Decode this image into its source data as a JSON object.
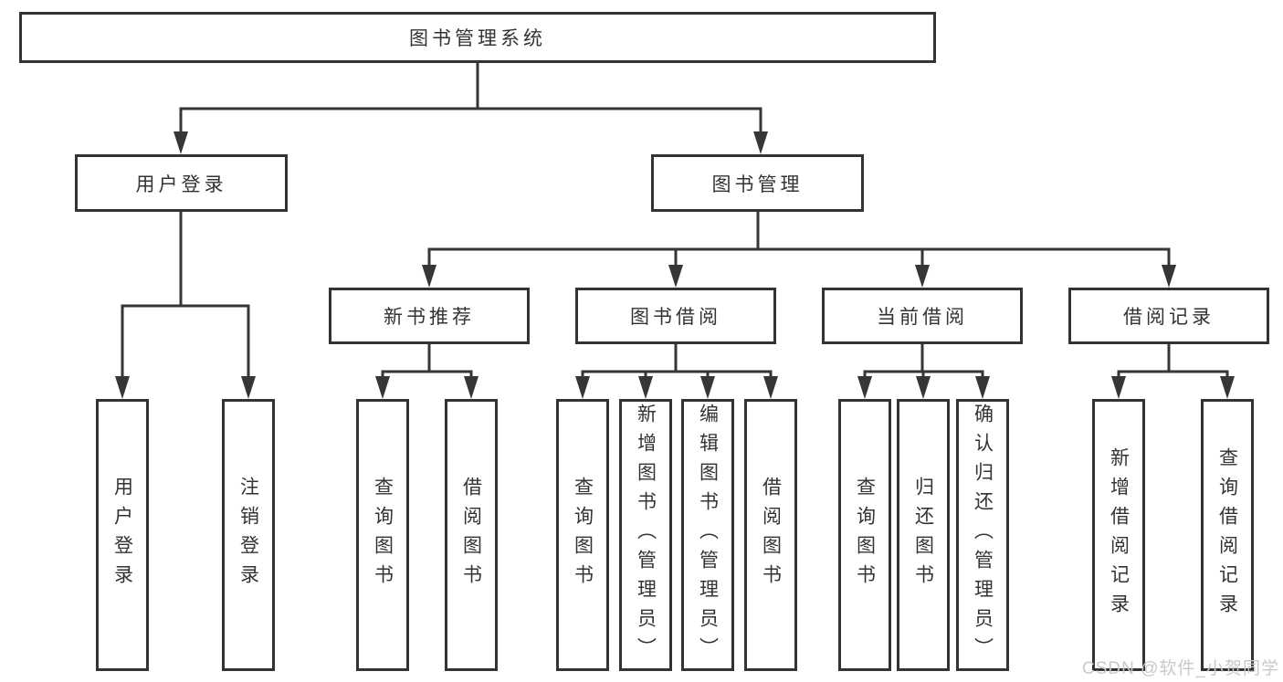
{
  "diagram": {
    "title": "图书管理系统",
    "branches": [
      {
        "label": "用户登录",
        "children": [
          {
            "label": "用户登录"
          },
          {
            "label": "注销登录"
          }
        ]
      },
      {
        "label": "图书管理",
        "children": [
          {
            "label": "新书推荐",
            "children": [
              {
                "label": "查询图书"
              },
              {
                "label": "借阅图书"
              }
            ]
          },
          {
            "label": "图书借阅",
            "children": [
              {
                "label": "查询图书"
              },
              {
                "label": "新增图书（管理员）"
              },
              {
                "label": "编辑图书（管理员）"
              },
              {
                "label": "借阅图书"
              }
            ]
          },
          {
            "label": "当前借阅",
            "children": [
              {
                "label": "查询图书"
              },
              {
                "label": "归还图书"
              },
              {
                "label": "确认归还（管理员）"
              }
            ]
          },
          {
            "label": "借阅记录",
            "children": [
              {
                "label": "新增借阅记录"
              },
              {
                "label": "查询借阅记录"
              }
            ]
          }
        ]
      }
    ]
  },
  "watermark": {
    "text": "CSDN @软件_小贺同学"
  },
  "colors": {
    "line": "#363636",
    "box_border": "#333333",
    "text": "#333333",
    "watermark": "#c9c9c9",
    "background": "#ffffff"
  }
}
